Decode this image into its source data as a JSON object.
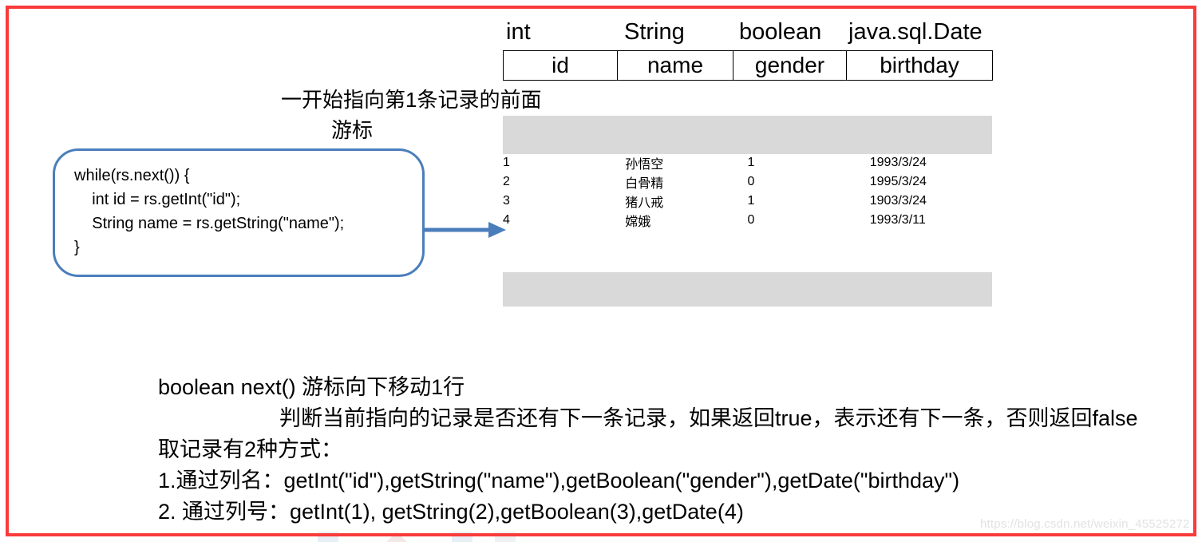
{
  "frame": {
    "border_color": "#f93b3b"
  },
  "table": {
    "type_headers": [
      {
        "name": "int",
        "label": "int"
      },
      {
        "name": "String",
        "label": "String"
      },
      {
        "name": "boolean",
        "label": "boolean"
      },
      {
        "name": "date",
        "label": "java.sql.Date"
      }
    ],
    "column_names": [
      "id",
      "name",
      "gender",
      "birthday"
    ],
    "rows": [
      [
        "1",
        "孙悟空",
        "1",
        "1993/3/24"
      ],
      [
        "2",
        "白骨精",
        "0",
        "1995/3/24"
      ],
      [
        "3",
        "猪八戒",
        "1",
        "1903/3/24"
      ],
      [
        "4",
        "嫦娥",
        "0",
        "1993/3/11"
      ]
    ],
    "band_color": "#d9d9d9",
    "border_color": "#000000"
  },
  "annotations": {
    "cursor_note": "一开始指向第1条记录的前面",
    "cursor_label": "游标"
  },
  "code_box": {
    "border_color": "#4a7ebb",
    "code": "while(rs.next()) {\n    int id = rs.getInt(\"id\");\n    String name = rs.getString(\"name\");\n}"
  },
  "arrow": {
    "color": "#4a7ebb",
    "direction": "right"
  },
  "notes": {
    "line1": "boolean next() 游标向下移动1行",
    "line2": "判断当前指向的记录是否还有下一条记录，如果返回true，表示还有下一条，否则返回false",
    "line3": "取记录有2种方式：",
    "line4": "1.通过列名：getInt(\"id\"),getString(\"name\"),getBoolean(\"gender\"),getDate(\"birthday\")",
    "line5": "2. 通过列号：getInt(1), getString(2),getBoolean(3),getDate(4)"
  },
  "watermark": {
    "text": "https://blog.csdn.net/weixin_45525272"
  }
}
